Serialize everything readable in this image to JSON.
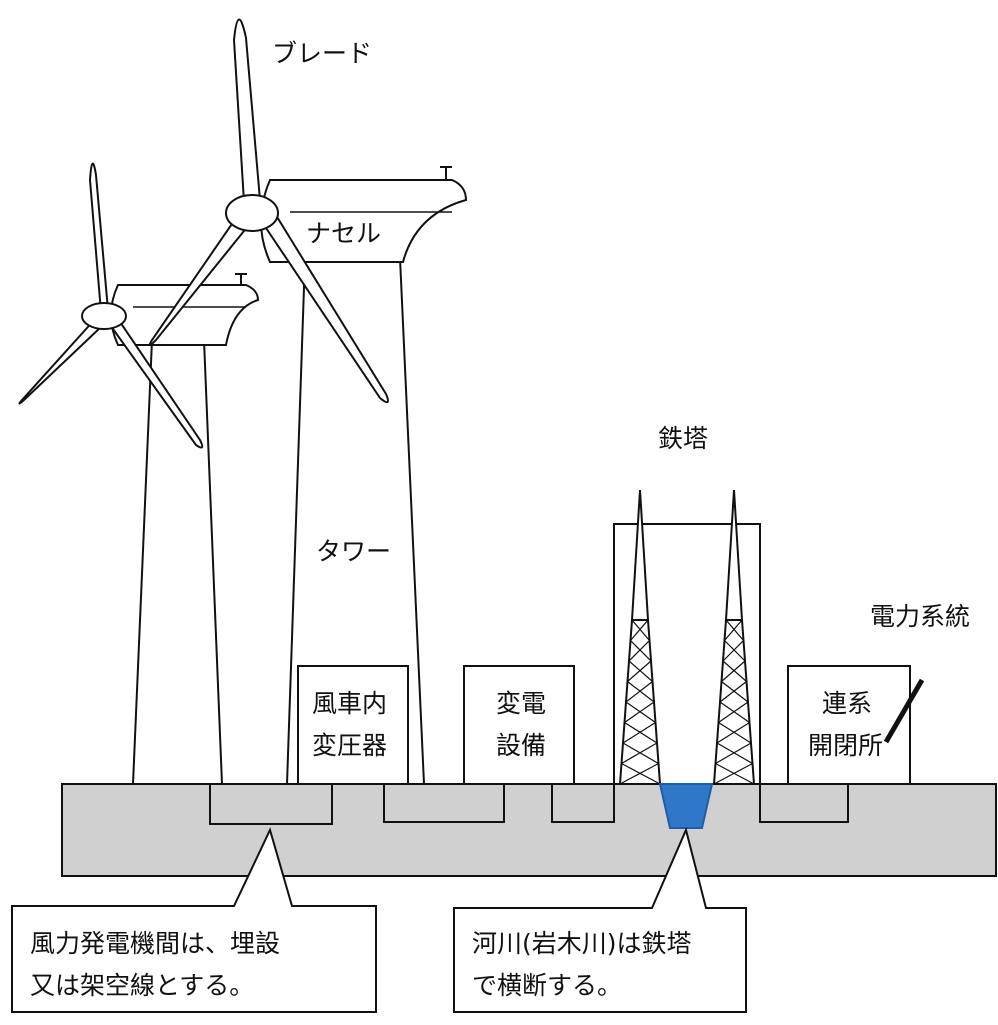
{
  "labels": {
    "blade": "ブレード",
    "nacelle": "ナセル",
    "tower": "タワー",
    "steel_tower": "鉄塔",
    "power_grid": "電力系統",
    "turbine_transformer": [
      "風車内",
      "変圧器"
    ],
    "substation": [
      "変電",
      "設備"
    ],
    "switching_station": [
      "連系",
      "開閉所"
    ]
  },
  "callouts": {
    "cable_note": [
      "風力発電機間は、埋設",
      "又は架空線とする。"
    ],
    "river_note": [
      "河川(岩木川)は鉄塔",
      "で横断する。"
    ]
  },
  "colors": {
    "ground": "#d0d0d0",
    "river": "#2f78c9",
    "river_edge": "#1d5fa6",
    "line": "#111111",
    "background": "#ffffff"
  }
}
